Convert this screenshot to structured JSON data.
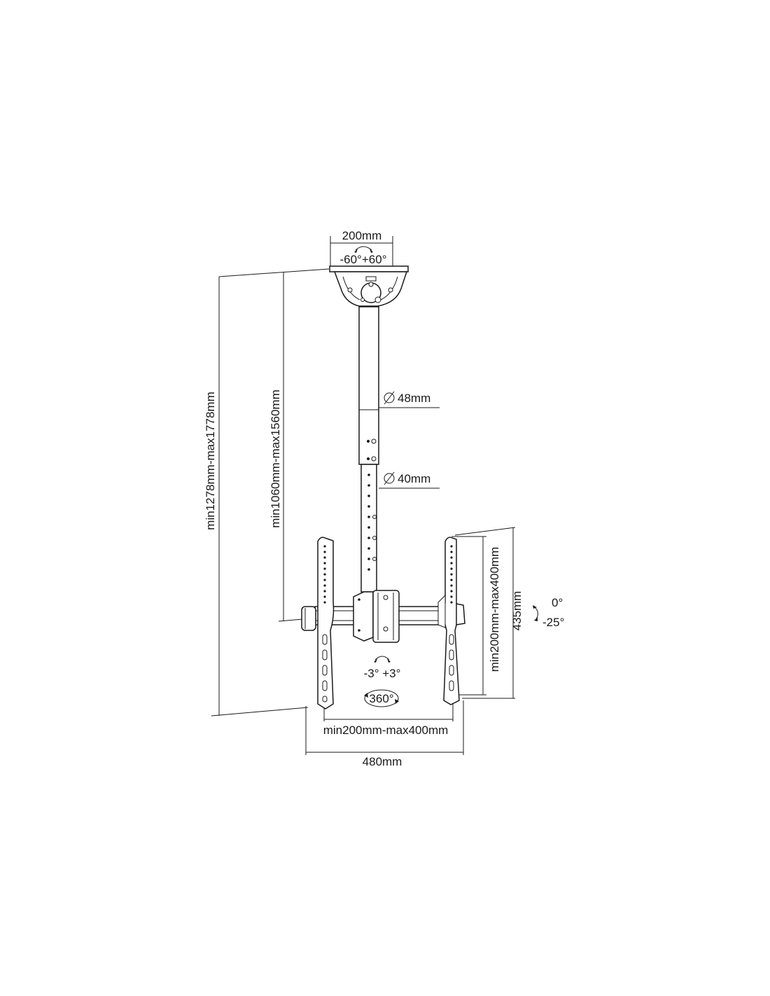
{
  "diagram": {
    "labels": {
      "top_width": "200mm",
      "swivel_range": "-60°+60°",
      "overall_height": "min1278mm-max1778mm",
      "pole_height": "min1060mm-max1560mm",
      "upper_pole_diameter": "48mm",
      "lower_pole_diameter": "40mm",
      "vesa_vertical": "min200mm-max400mm",
      "plate_height": "435mm",
      "tilt_top": "0°",
      "tilt_bottom": "-25°",
      "rotation_range": "-3° +3°",
      "rotation_full": "360°",
      "vesa_horizontal": "min200mm-max400mm",
      "overall_width": "480mm"
    },
    "diameter_symbol": "∅",
    "ink_color": "#1a1a1a"
  }
}
